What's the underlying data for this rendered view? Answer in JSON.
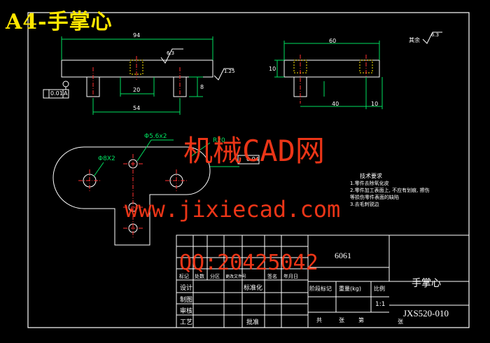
{
  "heading": "A4-手掌心",
  "watermark": {
    "brand": "机械CAD网",
    "url": "www.jixiecad.com",
    "qq": "QQ:20425042"
  },
  "dimensions": {
    "d94": "94",
    "d20": "20",
    "d54": "54",
    "d60": "60",
    "d40": "40",
    "d10a": "10",
    "d10b": "10",
    "d8": "8",
    "hole1": "Φ5.6x2",
    "hole2": "Φ8X2",
    "r20": "R20",
    "rough1": "6.3",
    "rough2": "1.25",
    "rest_rough": "其余",
    "rest_rough_val": "6.3",
    "datum_tol": "0.01",
    "datum_letter": "A",
    "perp_tol": "0.04"
  },
  "tech": {
    "title": "技术要求",
    "lines": [
      "1.零件去除氧化皮",
      "2.零件加工表面上, 不应有划痕, 擦伤",
      "等损伤零件表面的缺陷",
      "3.去毛刺锐边"
    ]
  },
  "titleblock": {
    "material": "6061",
    "part_name": "手掌心",
    "drawing_no": "JXS520-010",
    "row_labels": [
      "标记",
      "处数",
      "分区",
      "更改文件号",
      "签名",
      "年月日"
    ],
    "design": "设计",
    "standardize": "标准化",
    "draw": "制图",
    "review": "审核",
    "process": "工艺",
    "approve": "批准",
    "h_stage": "阶段标记",
    "h_weight": "重量(kg)",
    "h_scale": "比例",
    "scale": "1:1",
    "sheets_total": "共",
    "sheets_unit": "张",
    "sheet_no": "第",
    "sheet_unit2": "张"
  }
}
